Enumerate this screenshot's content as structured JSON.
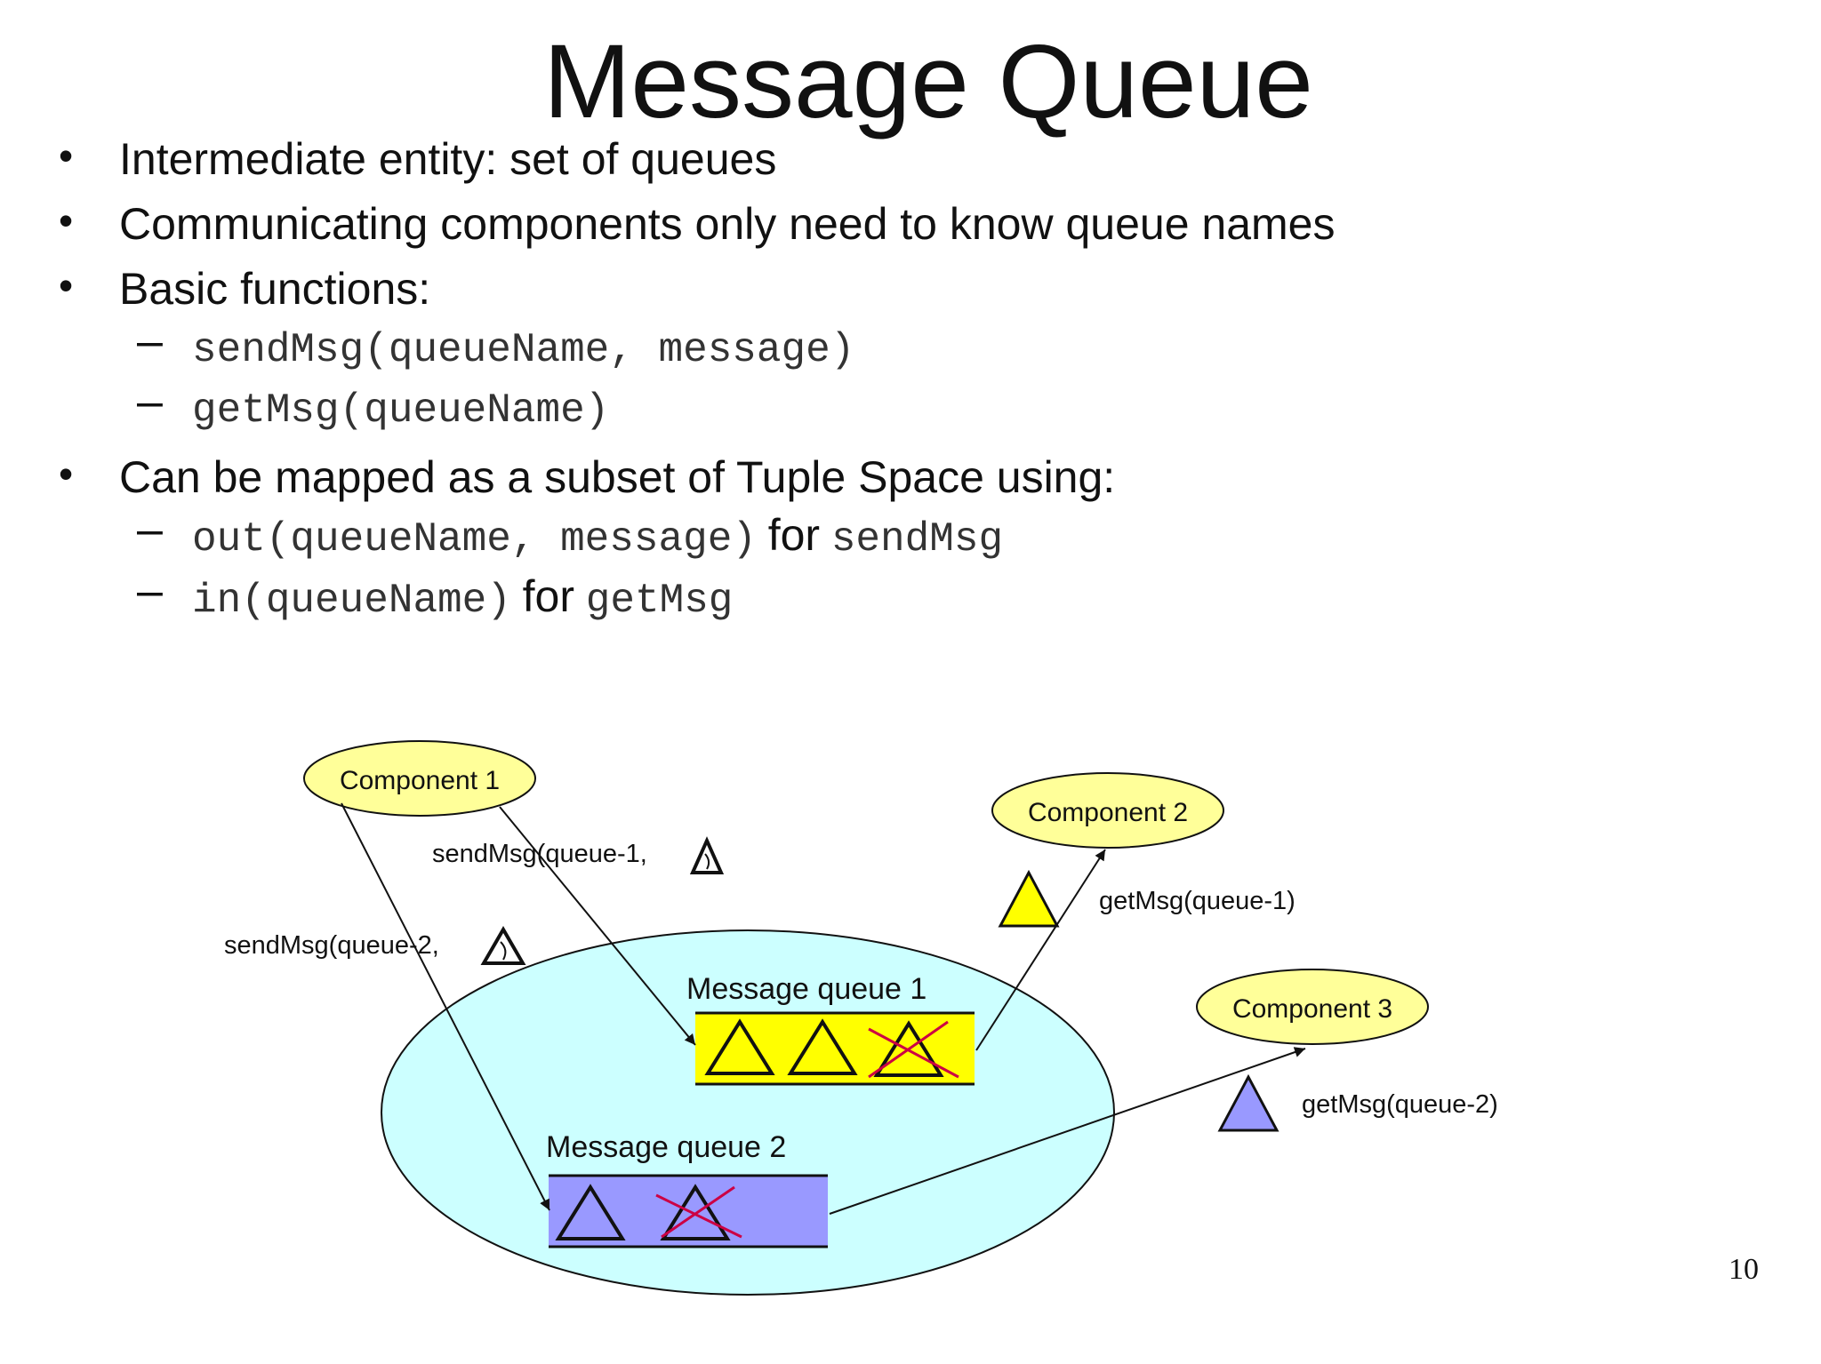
{
  "slide": {
    "title": "Message Queue",
    "page_number": "10"
  },
  "bullets": [
    {
      "text": "Intermediate entity: set of queues"
    },
    {
      "text": "Communicating components only need to know queue names"
    },
    {
      "text": "Basic functions:"
    },
    {
      "text": "Can be mapped as a subset of Tuple Space using:"
    }
  ],
  "basic_functions": [
    {
      "code": "sendMsg(queueName, message)"
    },
    {
      "code": "getMsg(queueName)"
    }
  ],
  "tuple_mapping": [
    {
      "code": "out(queueName, message)",
      "word": "for",
      "target": "sendMsg"
    },
    {
      "code": "in(queueName)",
      "word": "for",
      "target": "getMsg"
    }
  ],
  "diagram": {
    "components": [
      {
        "label": "Component 1"
      },
      {
        "label": "Component 2"
      },
      {
        "label": "Component 3"
      }
    ],
    "queues": [
      {
        "label": "Message queue 1",
        "color": "#ffff00"
      },
      {
        "label": "Message queue 2",
        "color": "#9999ff"
      }
    ],
    "arrow_labels": {
      "send_q1": "sendMsg(queue-1,",
      "send_q2": "sendMsg(queue-2,",
      "get_q1": "getMsg(queue-1)",
      "get_q2": "getMsg(queue-2)"
    },
    "colors": {
      "component_fill": "#ffff99",
      "space_fill": "#ccffff",
      "cross": "#cc0044"
    }
  }
}
